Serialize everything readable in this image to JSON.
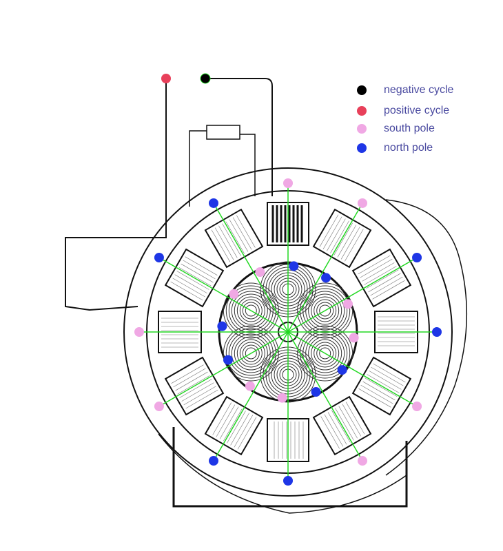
{
  "legend": [
    {
      "label": "negative cycle",
      "color": "#000000"
    },
    {
      "label": "positive cycle",
      "color": "#e8405a"
    },
    {
      "label": "south pole",
      "color": "#f0a8e4"
    },
    {
      "label": "north pole",
      "color": "#1e36e6"
    }
  ],
  "colors": {
    "line": "#22d822",
    "ink": "#111111"
  },
  "stator_poles": [
    "south",
    "south",
    "north",
    "north",
    "south",
    "south",
    "north",
    "north",
    "south",
    "south",
    "north",
    "north"
  ],
  "rotor_poles": [
    "north",
    "north",
    "south",
    "south",
    "north",
    "north",
    "south",
    "south",
    "north",
    "north",
    "south",
    "south"
  ],
  "terminals": [
    {
      "type": "positive"
    },
    {
      "type": "negative"
    }
  ]
}
